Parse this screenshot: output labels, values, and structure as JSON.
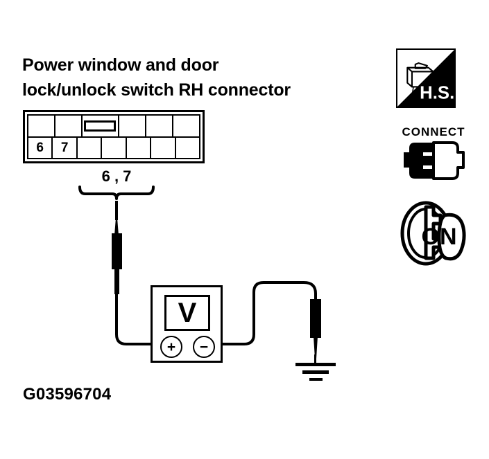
{
  "title": {
    "text": "Power window and door\nlock/unlock switch RH connector"
  },
  "connector": {
    "name": "power-window-door-lock-unlock-switch-rh-connector",
    "top_row": [
      {
        "label": "",
        "tab": false
      },
      {
        "label": "",
        "tab": false
      },
      {
        "label": "",
        "tab": true
      },
      {
        "label": "",
        "tab": false
      },
      {
        "label": "",
        "tab": false
      },
      {
        "label": "",
        "tab": false
      }
    ],
    "bottom_row": [
      {
        "label": "6"
      },
      {
        "label": "7"
      },
      {
        "label": ""
      },
      {
        "label": ""
      },
      {
        "label": ""
      },
      {
        "label": ""
      },
      {
        "label": ""
      }
    ]
  },
  "callout": {
    "pins_label": "6 , 7"
  },
  "meter": {
    "display_symbol": "V",
    "terminal_positive": "+",
    "terminal_negative": "−"
  },
  "ground": {
    "label": ""
  },
  "icons": {
    "hs": {
      "name": "hs-icon",
      "label": "H.S."
    },
    "connect": {
      "name": "connect-icon",
      "label": "CONNECT"
    },
    "ignition": {
      "name": "ignition-on-icon",
      "label": "ON"
    }
  },
  "figure": {
    "code": "G03596704"
  },
  "colors": {
    "ink": "#000000",
    "paper": "#ffffff"
  }
}
